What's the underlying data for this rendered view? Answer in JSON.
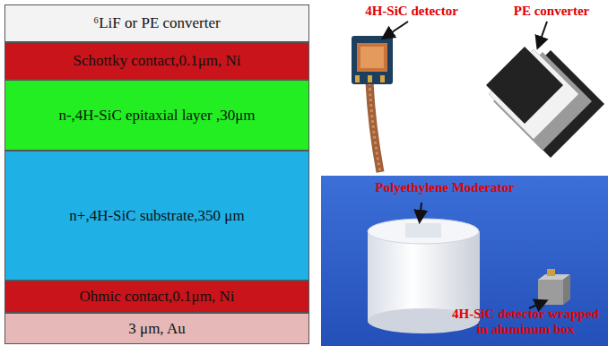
{
  "diagram": {
    "nodes": [
      {
        "text": [
          "⁶LiF or PE converter"
        ]
      },
      {
        "text": [
          "Schottky contact,0.1μm, Ni"
        ]
      },
      {
        "text": [
          "n-,4H-SiC epitaxial layer ,30μm"
        ]
      },
      {
        "text": [
          "n+,4H-SiC substrate,350 μm"
        ]
      },
      {
        "text": [
          "Ohmic contact,0.1μm, Ni"
        ]
      },
      {
        "text": [
          "3 μm, Au"
        ]
      }
    ],
    "labels": [
      "4H-SiC detector",
      "PE converter",
      "Polyethylene Moderator",
      "4H-SiC detector wrapped in aluminum box"
    ]
  }
}
